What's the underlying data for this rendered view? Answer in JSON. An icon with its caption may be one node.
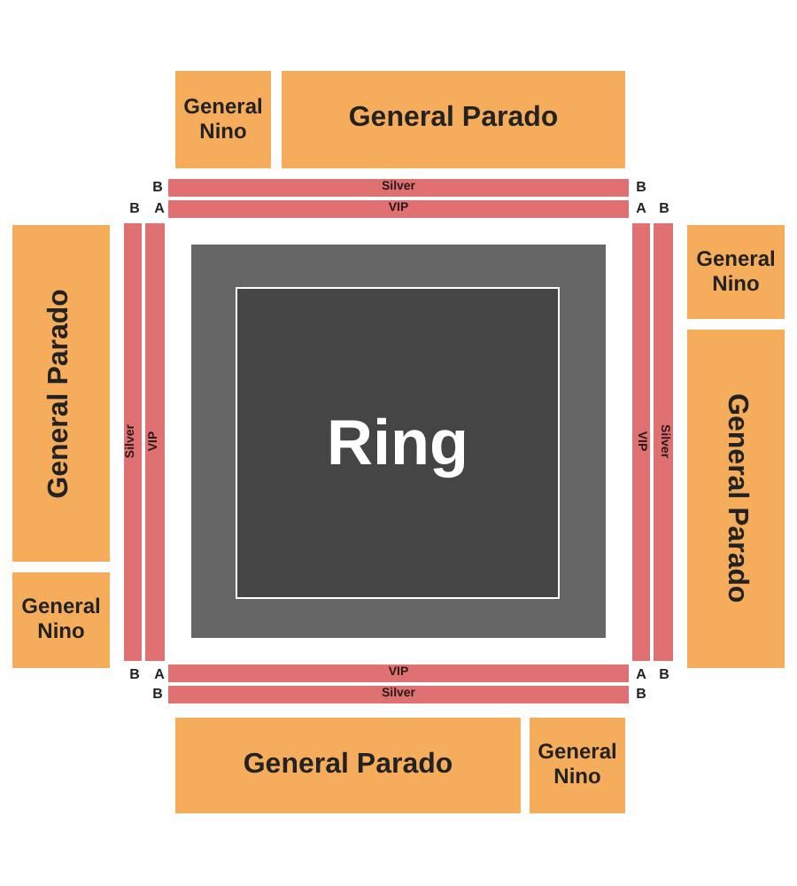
{
  "diagram": {
    "nodes": [
      {
        "text": [
          "General Nino"
        ]
      },
      {
        "text": [
          "General Parado"
        ]
      },
      {
        "text": [
          "Silver"
        ]
      },
      {
        "text": [
          "VIP"
        ]
      },
      {
        "text": [
          "General Parado"
        ]
      },
      {
        "text": [
          "Silver"
        ]
      },
      {
        "text": [
          "VIP"
        ]
      },
      {
        "text": [
          "Ring"
        ]
      },
      {
        "text": [
          "VIP"
        ]
      },
      {
        "text": [
          "Silver"
        ]
      },
      {
        "text": [
          "General Nino"
        ]
      },
      {
        "text": [
          "General Parado"
        ]
      },
      {
        "text": [
          "General Nino"
        ]
      },
      {
        "text": [
          "VIP"
        ]
      },
      {
        "text": [
          "Silver"
        ]
      },
      {
        "text": [
          "General Parado"
        ]
      },
      {
        "text": [
          "General Nino"
        ]
      }
    ],
    "labels": [
      "B",
      "B",
      "B",
      "A",
      "A",
      "B",
      "B",
      "A",
      "A",
      "B",
      "B",
      "B"
    ]
  }
}
